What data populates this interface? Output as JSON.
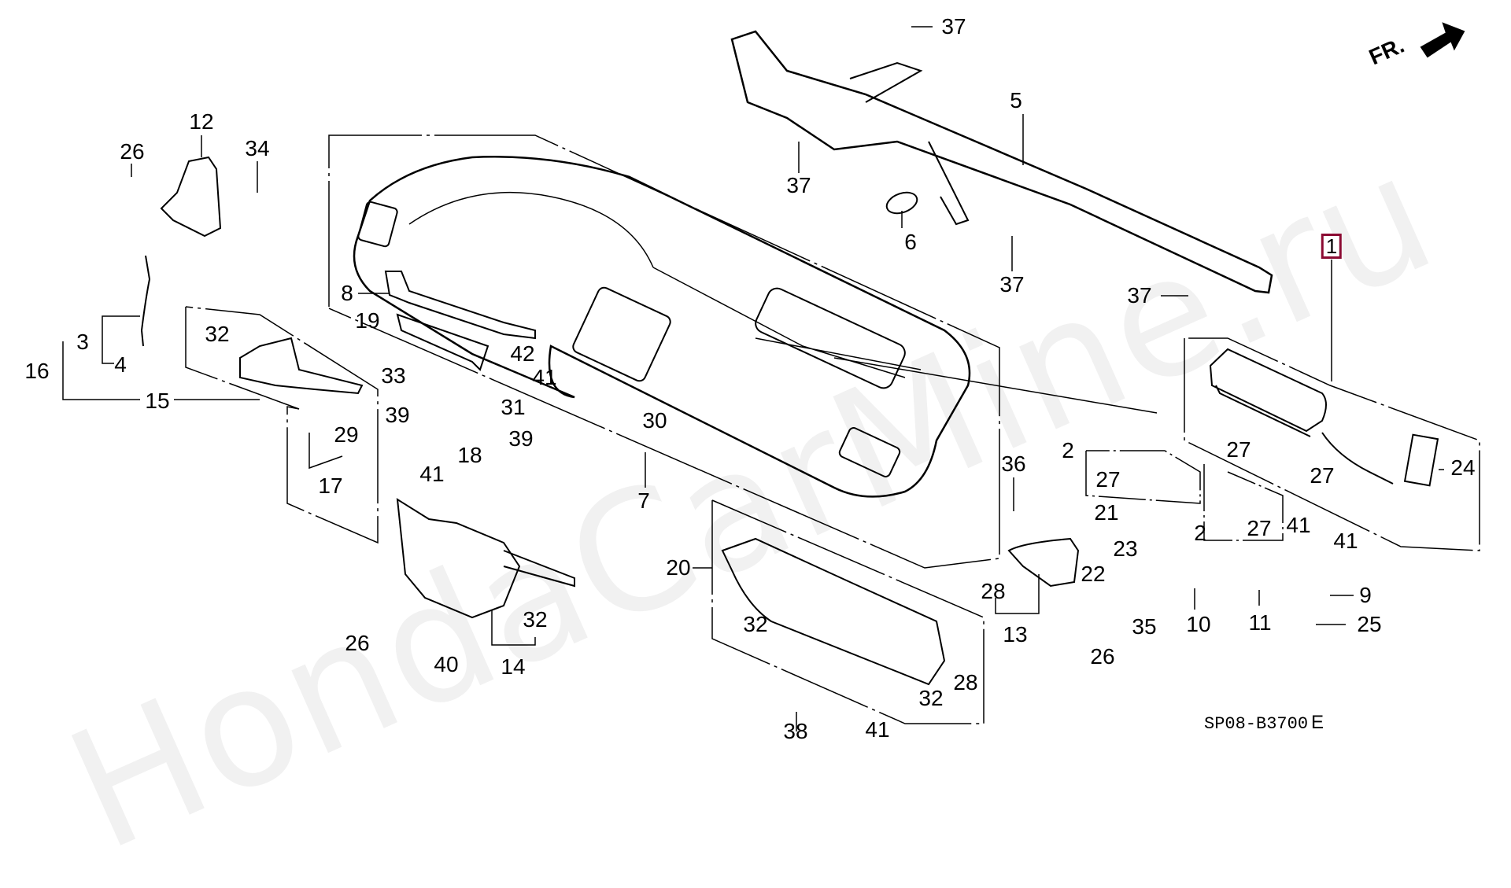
{
  "watermark": "HondaCarMine.ru",
  "direction_indicator": "FR.",
  "diagram_code": "SP08-B3700",
  "diagram_code_suffix": "E",
  "highlighted_part": "1",
  "colors": {
    "highlight_border": "#8b0a32",
    "watermark": "#f1f1f1",
    "line": "#000000"
  },
  "callouts": [
    {
      "id": "c12",
      "part": "12"
    },
    {
      "id": "c26a",
      "part": "26"
    },
    {
      "id": "c34",
      "part": "34"
    },
    {
      "id": "c3",
      "part": "3"
    },
    {
      "id": "c4",
      "part": "4"
    },
    {
      "id": "c16",
      "part": "16"
    },
    {
      "id": "c15",
      "part": "15"
    },
    {
      "id": "c32a",
      "part": "32"
    },
    {
      "id": "c29",
      "part": "29"
    },
    {
      "id": "c17",
      "part": "17"
    },
    {
      "id": "c8",
      "part": "8"
    },
    {
      "id": "c19",
      "part": "19"
    },
    {
      "id": "c33",
      "part": "33"
    },
    {
      "id": "c42",
      "part": "42"
    },
    {
      "id": "c41a",
      "part": "41"
    },
    {
      "id": "c31",
      "part": "31"
    },
    {
      "id": "c39a",
      "part": "39"
    },
    {
      "id": "c39b",
      "part": "39"
    },
    {
      "id": "c18",
      "part": "18"
    },
    {
      "id": "c41b",
      "part": "41"
    },
    {
      "id": "c30",
      "part": "30"
    },
    {
      "id": "c7",
      "part": "7"
    },
    {
      "id": "c26b",
      "part": "26"
    },
    {
      "id": "c40",
      "part": "40"
    },
    {
      "id": "c32b",
      "part": "32"
    },
    {
      "id": "c14",
      "part": "14"
    },
    {
      "id": "c37a",
      "part": "37"
    },
    {
      "id": "c5",
      "part": "5"
    },
    {
      "id": "c37b",
      "part": "37"
    },
    {
      "id": "c6",
      "part": "6"
    },
    {
      "id": "c37c",
      "part": "37"
    },
    {
      "id": "c37d",
      "part": "37"
    },
    {
      "id": "c1",
      "part": "1"
    },
    {
      "id": "c24",
      "part": "24"
    },
    {
      "id": "c27a",
      "part": "27"
    },
    {
      "id": "c27b",
      "part": "27"
    },
    {
      "id": "c2a",
      "part": "2"
    },
    {
      "id": "c27c",
      "part": "27"
    },
    {
      "id": "c21",
      "part": "21"
    },
    {
      "id": "c2b",
      "part": "2"
    },
    {
      "id": "c27d",
      "part": "27"
    },
    {
      "id": "c41c",
      "part": "41"
    },
    {
      "id": "c41d",
      "part": "41"
    },
    {
      "id": "c36",
      "part": "36"
    },
    {
      "id": "c23",
      "part": "23"
    },
    {
      "id": "c22",
      "part": "22"
    },
    {
      "id": "c28a",
      "part": "28"
    },
    {
      "id": "c13",
      "part": "13"
    },
    {
      "id": "c26c",
      "part": "26"
    },
    {
      "id": "c35",
      "part": "35"
    },
    {
      "id": "c10",
      "part": "10"
    },
    {
      "id": "c11",
      "part": "11"
    },
    {
      "id": "c9",
      "part": "9"
    },
    {
      "id": "c25",
      "part": "25"
    },
    {
      "id": "c20",
      "part": "20"
    },
    {
      "id": "c32c",
      "part": "32"
    },
    {
      "id": "c28b",
      "part": "28"
    },
    {
      "id": "c32d",
      "part": "32"
    },
    {
      "id": "c38",
      "part": "38"
    },
    {
      "id": "c41e",
      "part": "41"
    }
  ]
}
